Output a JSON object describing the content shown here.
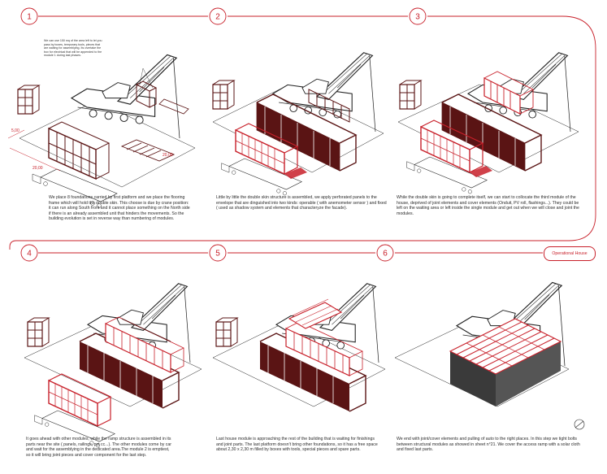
{
  "steps": [
    {
      "number": "1",
      "caption": "We place 8 foundations carried by first platform and we place the flooring frame which will hold the double skin. This choose is due by crane position: it can run along South front and it cannot place something on the North side if there is an already assembled unit that hinders the movements. So the building evolution is set in reverse way than numbering of modules."
    },
    {
      "number": "2",
      "caption": "Little by little the double skin structure is assembled, we apply perforated panels to the envelope that are dinguished into two kinds: operable ( with anemometer sensor ) and fixed ( used as shadow system and elements that characteryze the facade)."
    },
    {
      "number": "3",
      "caption": "While the double skin is going to complete itself, we can start to collocate the third module of the house, deprived of joint elements and cover elements (Onduit, PV roll, flashings...). They could be left on the waiting area or left inside the single module and get out when we will close and joint the modules."
    },
    {
      "number": "4",
      "caption": "It goes ahead with other modules, while the ramp structure is assembled in its parts near the site ( panels, railings, pst cc...). The other modules come by car and wait for the assemblying in the dedicated area.The module 2 is emptiest, so it will bring joint pieces and cover component for the last step."
    },
    {
      "number": "5",
      "caption": "Last house module is approaching the rest of the building that is waiting for finishings and joint parts. The last platform doesn't bring other foundations, so it has a free space about 2,30 x 2,30 m filled by boxes with tools, special pieces and spare parts."
    },
    {
      "number": "6",
      "caption": "We end with joint/cover elements and pulling of auto to the right places. In this step we tight bolts between structural modules as showed in sheet n°21. We cover the access ramp with a solar cloth and fixed last parts."
    }
  ],
  "note_step1": "We can use 150 mq of the area left to let you pass by boxes, temporary tools, pieces that are waiting for assemblying. Its overtake the box for electrical that will be appended to the module 1 during last phases.",
  "dimensions": {
    "d1": "5,00",
    "d2": "20,00",
    "d3": "20,00"
  },
  "label": "Operational House",
  "colors": {
    "accent": "#c8202a",
    "structure": "#5a1414",
    "module_gray": "#3a3a3a"
  }
}
